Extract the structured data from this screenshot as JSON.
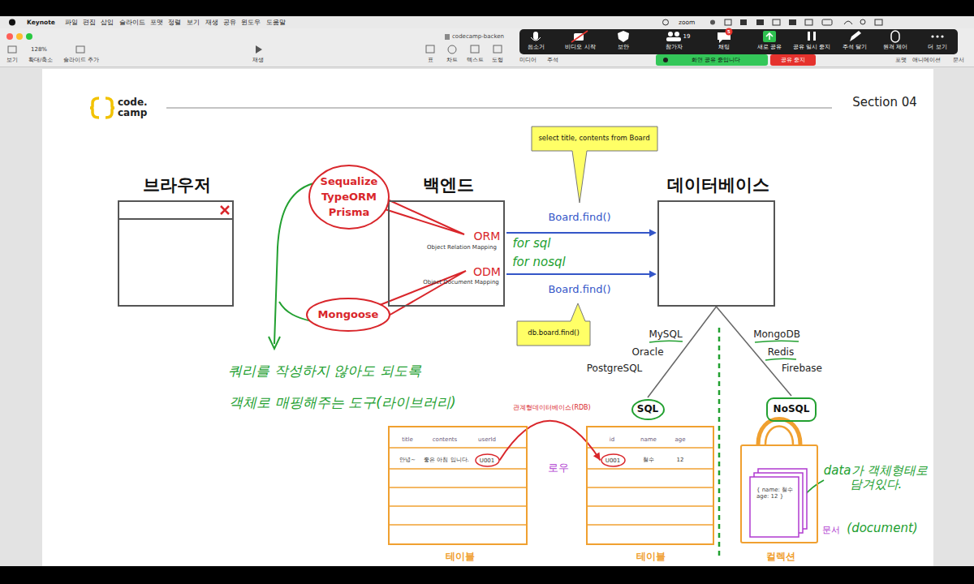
{
  "diagram": {
    "nodes": [
      {
        "text": [
          "브라우저"
        ]
      },
      {
        "text": [
          "백엔드"
        ]
      },
      {
        "text": [
          "ORM",
          "Object Relation Mapping"
        ],
        "in": 1
      },
      {
        "text": [
          "ODM",
          "Object Document Mapping"
        ],
        "in": 1
      },
      {
        "text": [
          "데이터베이스"
        ]
      },
      {
        "text": [
          "Sequalize",
          "TypeORM",
          "Prisma"
        ]
      },
      {
        "text": [
          "Mongoose"
        ]
      },
      {
        "text": [
          "select title, contents from Board"
        ]
      },
      {
        "text": [
          "db.board.find()"
        ]
      },
      {
        "text": [
          "title",
          "contents",
          "userId",
          "안녕~",
          "좋은 아침 입니다.",
          "테이블"
        ]
      },
      {
        "text": [
          "U001"
        ],
        "in": 9
      },
      {
        "text": [
          "id",
          "name",
          "age",
          "철수",
          "12",
          "테이블"
        ]
      },
      {
        "text": [
          "U001"
        ],
        "in": 11
      },
      {
        "text": [
          "컬렉션"
        ]
      },
      {
        "text": [
          "{ name: 철수 age: 12 }",
          "문서"
        ],
        "in": 13
      },
      {
        "text": [
          "SQL"
        ]
      },
      {
        "text": [
          "NoSQL"
        ]
      }
    ],
    "edges": [
      {
        "from": 2,
        "to": 4,
        "arrow": "to",
        "label": "Board.find()"
      },
      {
        "from": 3,
        "to": 4,
        "arrow": "to",
        "label": "Board.find()"
      },
      {
        "from": 4,
        "to": 15,
        "arrow": "none"
      },
      {
        "from": 4,
        "to": 16,
        "arrow": "none"
      },
      {
        "from": 10,
        "to": 12,
        "arrow": "to",
        "label": "관계형데이터베이스(RDB)"
      }
    ],
    "labels": [
      "Keynote",
      "파일",
      "편집",
      "삽입",
      "슬라이드",
      "포맷",
      "정렬",
      "보기",
      "재생",
      "공유",
      "윈도우",
      "도움말",
      "zoom",
      "codecamp-backen",
      "128%",
      "보기",
      "확대/축소",
      "슬라이드 추가",
      "재생",
      "표",
      "차트",
      "텍스트",
      "도형",
      "미디어",
      "주석",
      "포맷",
      "애니메이션",
      "문서",
      "음소거",
      "비디오 시작",
      "보안",
      "참가자",
      "19",
      "5",
      "채팅",
      "새로 공유",
      "공유 일시 중지",
      "주석 달기",
      "원격 제어",
      "더 보기",
      "화면 공유 중입니다",
      "공유 중지",
      "code.",
      "camp",
      "Section 04",
      "for sql",
      "for nosql",
      "쿼리를 작성하지 않아도 되도록",
      "객체로 매핑해주는 도구(라이브러리)",
      "MySQL",
      "Oracle",
      "PostgreSQL",
      "MongoDB",
      "Redis",
      "Firebase",
      "로우",
      "data가 객체형태로 담겨있다.",
      "(document)"
    ]
  }
}
